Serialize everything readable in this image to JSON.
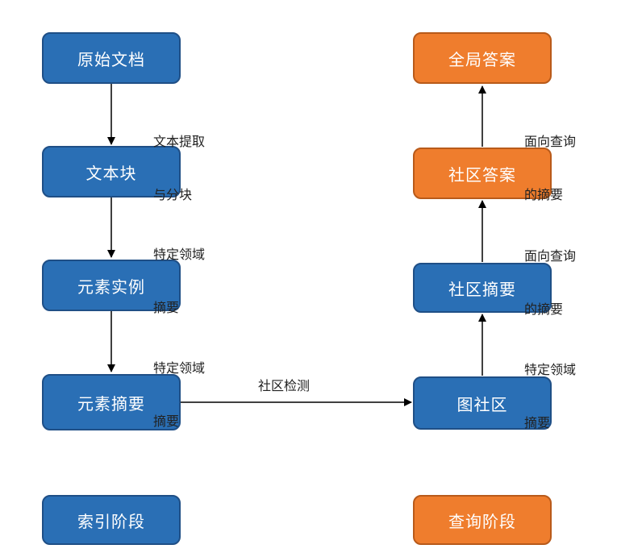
{
  "nodes": {
    "original_doc": "原始文档",
    "text_chunk": "文本块",
    "element_instance": "元素实例",
    "element_summary": "元素摘要",
    "graph_community": "图社区",
    "community_summary": "社区摘要",
    "community_answer": "社区答案",
    "global_answer": "全局答案",
    "indexing_phase": "索引阶段",
    "query_phase": "查询阶段"
  },
  "edge_labels": {
    "doc_to_chunk_line1": "文本提取",
    "doc_to_chunk_line2": "与分块",
    "chunk_to_instance_line1": "特定领域",
    "chunk_to_instance_line2": "摘要",
    "instance_to_summary_line1": "特定领域",
    "instance_to_summary_line2": "摘要",
    "summary_to_graph": "社区检测",
    "graph_to_comm_summary_line1": "特定领域",
    "graph_to_comm_summary_line2": "摘要",
    "comm_summary_to_answer_line1": "面向查询",
    "comm_summary_to_answer_line2": "的摘要",
    "answer_to_global_line1": "面向查询",
    "answer_to_global_line2": "的摘要"
  },
  "colors": {
    "indexing_fill": "#2a6fb5",
    "query_fill": "#ef7d2d",
    "arrow": "#000000"
  }
}
